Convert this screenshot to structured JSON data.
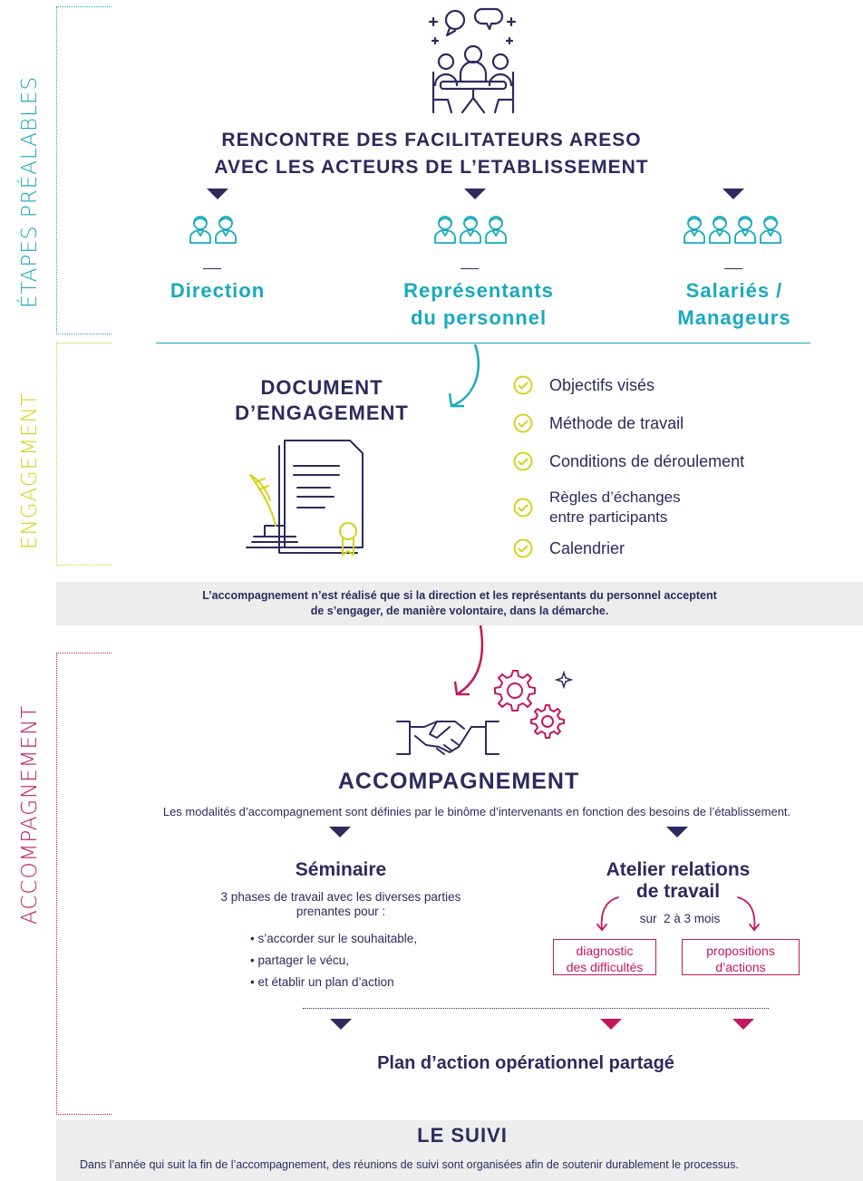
{
  "side_labels": {
    "prealables": "ÉTAPES PRÉALABLES",
    "engagement": "ENGAGEMENT",
    "accompagnement": "ACCOMPAGNEMENT"
  },
  "meeting": {
    "title_line1": "RENCONTRE DES FACILITATEURS ARESO",
    "title_line2": "AVEC LES ACTEURS DE L’ETABLISSEMENT",
    "actors": [
      {
        "label_line1": "Direction",
        "label_line2": "",
        "people": 2
      },
      {
        "label_line1": "Représentants",
        "label_line2": "du personnel",
        "people": 3
      },
      {
        "label_line1": "Salariés /",
        "label_line2": "Manageurs",
        "people": 4
      }
    ]
  },
  "engagement_doc": {
    "title_line1": "DOCUMENT",
    "title_line2": "D’ENGAGEMENT",
    "checklist": [
      {
        "line1": "Objectifs visés",
        "line2": ""
      },
      {
        "line1": "Méthode de travail",
        "line2": ""
      },
      {
        "line1": "Conditions de déroulement",
        "line2": ""
      },
      {
        "line1": "Règles d’échanges",
        "line2": "entre participants"
      },
      {
        "line1": "Calendrier",
        "line2": ""
      }
    ]
  },
  "notice": {
    "line1": "L’accompagnement n’est réalisé que si la direction et les représentants du personnel acceptent",
    "line2": "de s’engager, de manière volontaire, dans la démarche."
  },
  "accompagnement": {
    "title": "ACCOMPAGNEMENT",
    "description": "Les modalités d’accompagnement sont définies par le binôme d’intervenants en fonction des besoins de l’établissement.",
    "seminaire": {
      "title": "Séminaire",
      "intro_line1": "3 phases de travail avec les diverses parties",
      "intro_line2": "prenantes pour :",
      "bullets": [
        "• s’accorder sur le souhaitable,",
        "• partager le vécu,",
        "• et établir un plan d’action"
      ]
    },
    "atelier": {
      "title_line1": "Atelier relations",
      "title_line2": "de travail",
      "duration": "sur  2 à 3 mois",
      "boxes": [
        {
          "line1": "diagnostic",
          "line2": "des difficultés"
        },
        {
          "line1": "propositions",
          "line2": "d’actions"
        }
      ]
    },
    "plan": "Plan d’action opérationnel partagé"
  },
  "suivi": {
    "title": "LE SUIVI",
    "text": "Dans l’année qui suit la fin de l’accompagnement, des réunions de suivi sont organisées afin de soutenir durablement le processus."
  },
  "colors": {
    "navy": "#2d2a5e",
    "teal": "#17a9c1",
    "yellow": "#d4d21a",
    "magenta": "#c2185b",
    "grey_band": "#ededed"
  },
  "icons": [
    "meeting-icon",
    "person-icon",
    "document-icon",
    "check-icon",
    "handshake-icon",
    "gears-icon",
    "sparkle-icon",
    "curved-arrow-icon"
  ]
}
